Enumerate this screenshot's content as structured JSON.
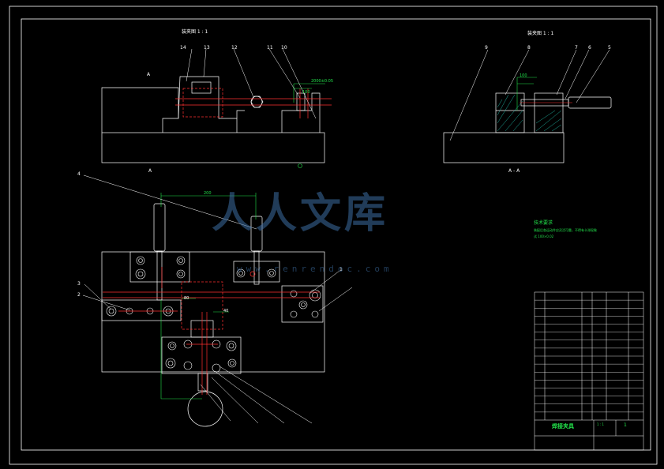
{
  "views": {
    "front_title": "装夹图 1 : 1",
    "side_title": "装夹图 1 : 1",
    "section_a_top": "A",
    "section_a_bottom": "A",
    "side_section": "A - A"
  },
  "dimensions": {
    "front_dim": "2000±0.05",
    "front_dim2": "100",
    "top_dim": "200",
    "mid_dim": "80",
    "mid_dim2": "40",
    "side_dim": "100"
  },
  "balloons": [
    "14",
    "13",
    "12",
    "11",
    "10",
    "9",
    "8",
    "7",
    "6",
    "5",
    "4",
    "3",
    "2",
    "1"
  ],
  "tech_notes": {
    "title": "技术要求",
    "line1": "装配后各运动件应灵活可靠，不得有卡滞现象",
    "line2": "试 100×0.02"
  },
  "watermark": {
    "text": "人人文库",
    "url": "www.renrendoc.com"
  },
  "title_block": {
    "title": "焊接夹具",
    "scale": "1 : 1",
    "sheet": "1"
  }
}
